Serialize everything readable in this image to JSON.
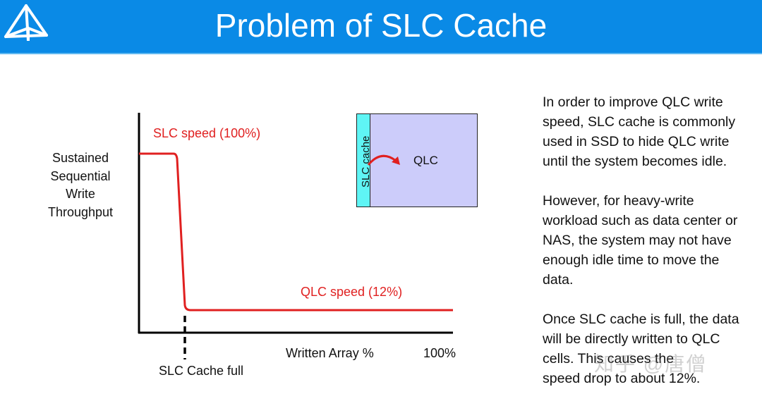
{
  "slide": {
    "title": "Problem of SLC Cache",
    "header_color": "#0a8ae6",
    "logo_icon": "pyramid-wireframe-icon"
  },
  "chart_data": {
    "type": "line",
    "title": "",
    "xlabel": "Written Array %",
    "ylabel": "Sustained Sequential Write Throughput",
    "ylabel_lines": [
      "Sustained",
      "Sequential",
      "Write",
      "Throughput"
    ],
    "x_end_label": "100%",
    "series": [
      {
        "name": "Write throughput",
        "color": "#e02020",
        "points": [
          {
            "x": 0,
            "y": 100
          },
          {
            "x": 11,
            "y": 100
          },
          {
            "x": 14,
            "y": 12
          },
          {
            "x": 100,
            "y": 12
          }
        ]
      }
    ],
    "annotations": [
      {
        "text": "SLC speed (100%)",
        "color": "#e02020"
      },
      {
        "text": "QLC speed (12%)",
        "color": "#e02020"
      },
      {
        "text": "SLC Cache full",
        "color": "#111111",
        "style": "dashed vertical marker at cache-full point"
      }
    ],
    "xlim": [
      0,
      100
    ],
    "ylim": [
      0,
      110
    ],
    "grid": false,
    "legend": "none"
  },
  "inset": {
    "slc_label": "SLC cache",
    "qlc_label": "QLC",
    "slc_color": "#5ff5f5",
    "qlc_color": "#ccccfa",
    "arrow_color": "#e02020"
  },
  "text_blocks": {
    "p1": "In order to improve QLC write speed, SLC cache is commonly used in SSD to hide QLC write until the system becomes idle.",
    "p1_lines": [
      "In order to improve QLC write",
      "speed, SLC cache is commonly",
      "used in SSD to hide QLC write",
      "until the system becomes idle."
    ],
    "p2_lines": [
      "However, for heavy-write",
      "workload such as data center or",
      "NAS, the system may not have",
      "enough idle time to move the",
      "data."
    ],
    "p3_lines": [
      "Once SLC cache is full, the data",
      "will be directly written to QLC",
      "cells. This causes the",
      "speed drop to about 12%."
    ]
  },
  "watermark": "知乎 @唐僧"
}
